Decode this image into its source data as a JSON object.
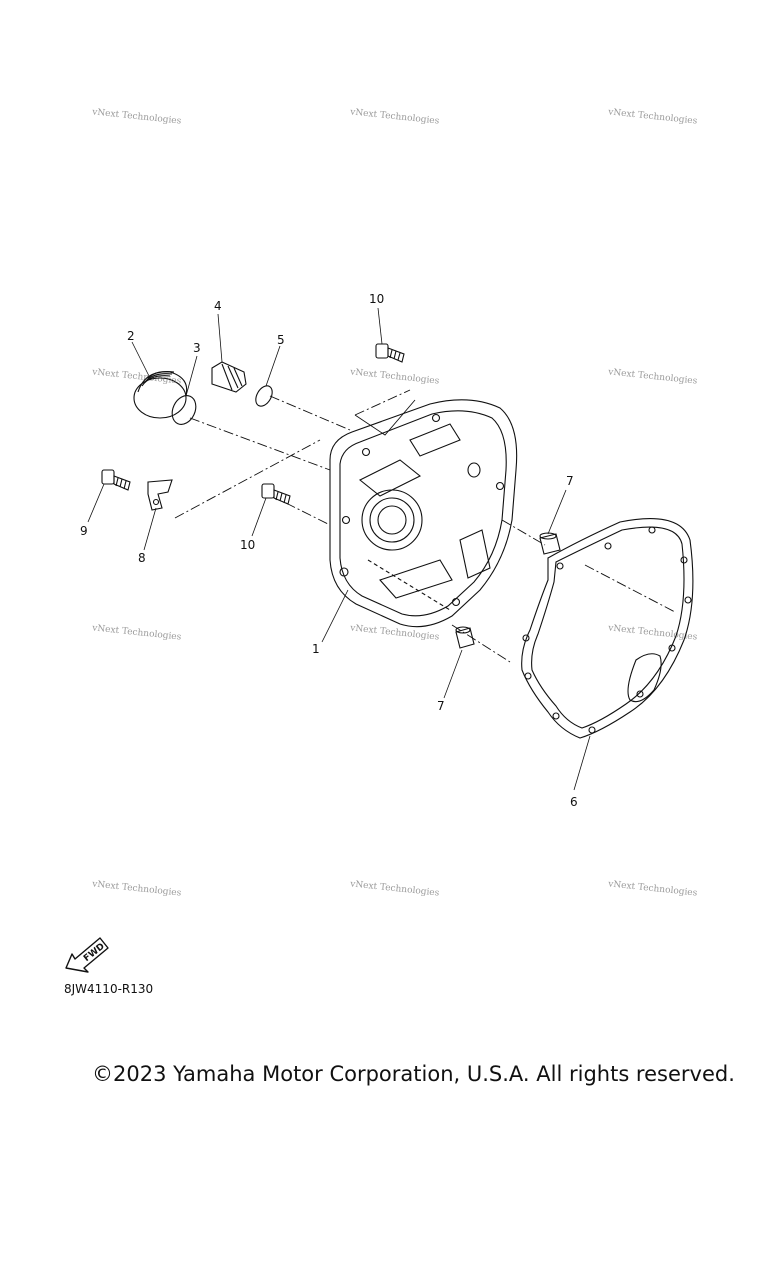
{
  "watermark_text": "vNext Technologies",
  "callouts": {
    "c1": "1",
    "c2": "2",
    "c3": "3",
    "c4": "4",
    "c5": "5",
    "c6": "6",
    "c7a": "7",
    "c7b": "7",
    "c8": "8",
    "c9": "9",
    "c10a": "10",
    "c10b": "10"
  },
  "fwd_label": "FWD",
  "diagram_code": "8JW4110-R130",
  "copyright": "©2023 Yamaha Motor Corporation, U.S.A. All rights reserved."
}
